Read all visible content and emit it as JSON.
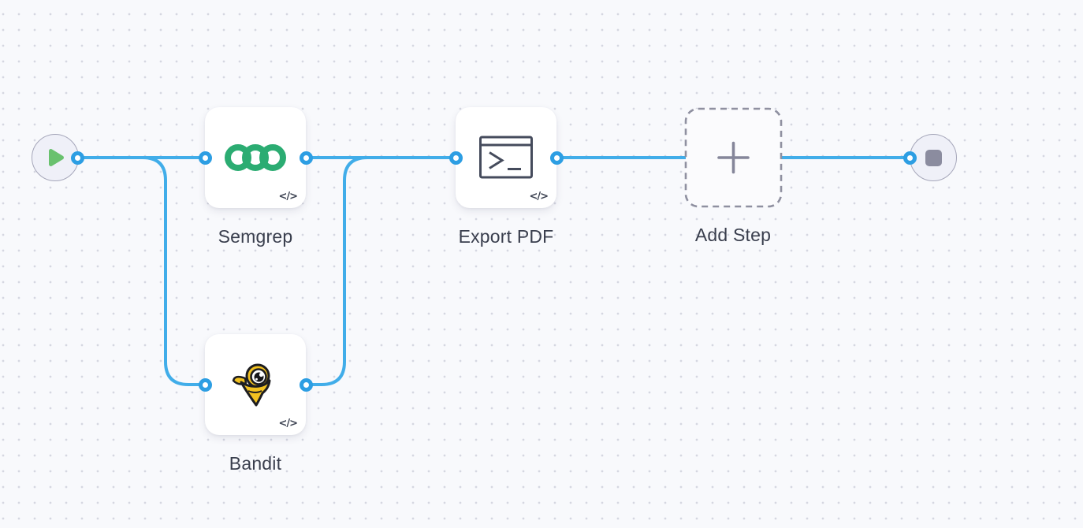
{
  "colors": {
    "canvas_background": "#f8f9fc",
    "grid_dot": "#d5d7e1",
    "edge": "#41ade9",
    "port_ring": "#2d9ee3",
    "node_label": "#393e4d",
    "card_background": "#ffffff",
    "semgrep_green": "#2bac72",
    "bandit_yellow": "#f2c120",
    "terminal_outline": "#454b5c",
    "play_green": "#69c16e",
    "stop_gray": "#8b8c9f",
    "dashed_border_gray": "#8f90a0",
    "plus_gray": "#85869a"
  },
  "nodes": {
    "start": {
      "icon": "play-icon"
    },
    "semgrep": {
      "label": "Semgrep",
      "icon": "semgrep-logo",
      "code_badge": "</>"
    },
    "bandit": {
      "label": "Bandit",
      "icon": "bandit-logo",
      "code_badge": "</>"
    },
    "export_pdf": {
      "label": "Export PDF",
      "icon": "terminal-icon",
      "code_badge": "</>"
    },
    "add_step": {
      "label": "Add Step",
      "icon": "plus-icon"
    },
    "end": {
      "icon": "stop-icon"
    }
  },
  "connections": [
    {
      "from": "start",
      "to": "semgrep"
    },
    {
      "from": "start",
      "to": "bandit"
    },
    {
      "from": "semgrep",
      "to": "export_pdf"
    },
    {
      "from": "bandit",
      "to": "export_pdf"
    },
    {
      "from": "export_pdf",
      "to": "end"
    }
  ]
}
